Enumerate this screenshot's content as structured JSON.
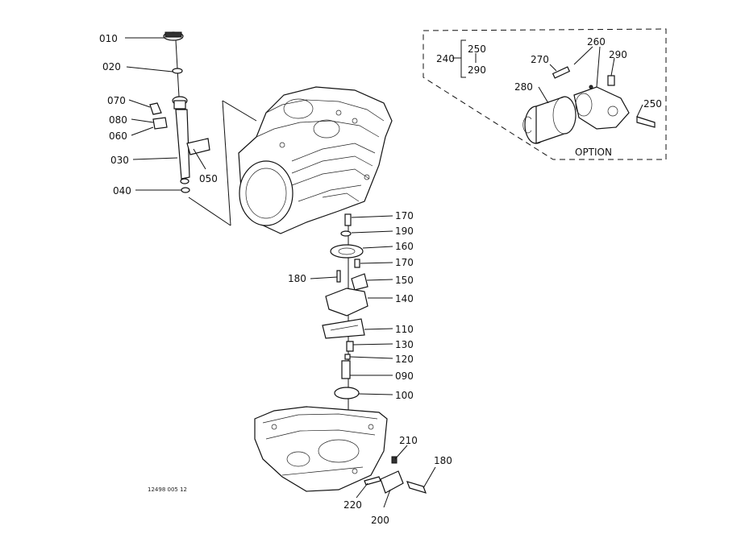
{
  "labels": {
    "p010": "010",
    "p020": "020",
    "p070": "070",
    "p080": "080",
    "p060": "060",
    "p030": "030",
    "p050": "050",
    "p040": "040",
    "p170a": "170",
    "p190": "190",
    "p160": "160",
    "p170b": "170",
    "p180a": "180",
    "p150": "150",
    "p140": "140",
    "p110": "110",
    "p130": "130",
    "p120": "120",
    "p090": "090",
    "p100": "100",
    "p210": "210",
    "p180b": "180",
    "p220": "220",
    "p200": "200",
    "opt240": "240",
    "opt250a": "250",
    "opt290a": "290",
    "opt260": "260",
    "opt270": "270",
    "opt290b": "290",
    "opt280": "280",
    "opt250b": "250",
    "option": "OPTION"
  },
  "figure_code": "12498 005 12"
}
